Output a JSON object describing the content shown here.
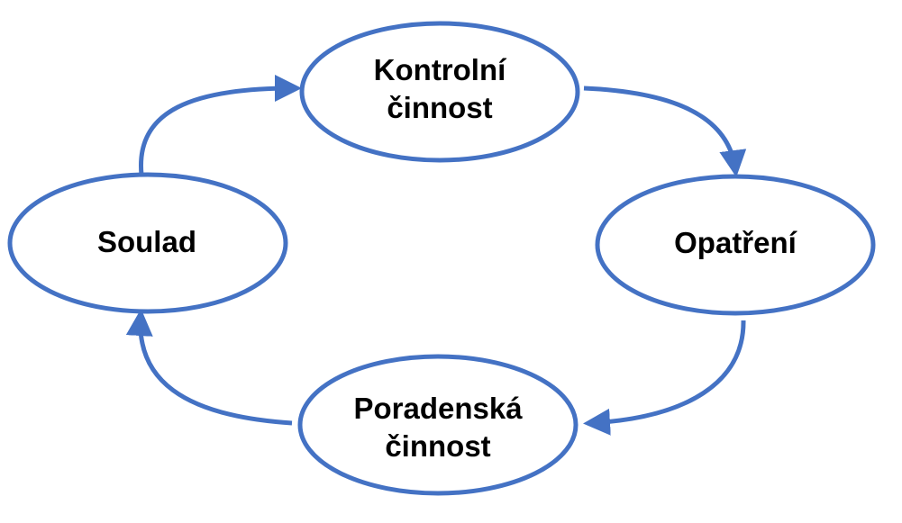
{
  "colors": {
    "stroke": "#4472C4",
    "text": "#000000",
    "background": "#FFFFFF"
  },
  "nodes": {
    "kontrolni": {
      "line1": "Kontrolní",
      "line2": "činnost"
    },
    "opatreni": {
      "line1": "Opatření"
    },
    "poradenska": {
      "line1": "Poradenská",
      "line2": "činnost"
    },
    "soulad": {
      "line1": "Soulad"
    }
  },
  "edges": [
    {
      "from": "kontrolni",
      "to": "opatreni"
    },
    {
      "from": "opatreni",
      "to": "poradenska"
    },
    {
      "from": "poradenska",
      "to": "soulad"
    },
    {
      "from": "soulad",
      "to": "kontrolni"
    }
  ]
}
